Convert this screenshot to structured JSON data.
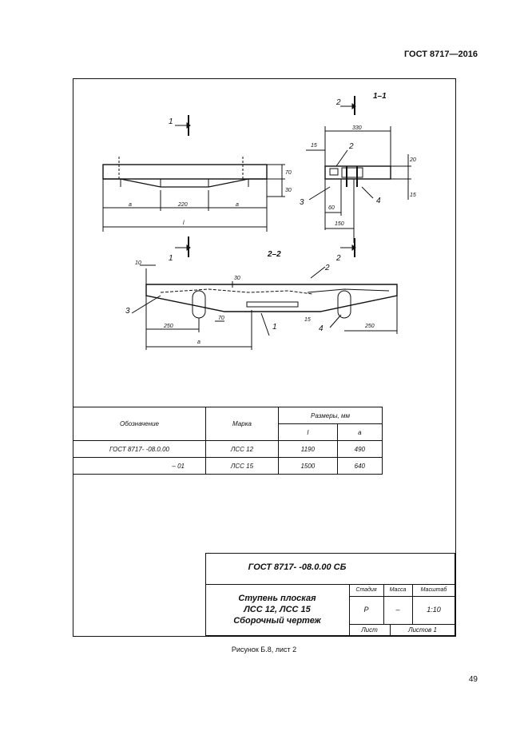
{
  "header": {
    "standard": "ГОСТ 8717—2016"
  },
  "drawing": {
    "labels": {
      "section_a": "1",
      "section_b": "2",
      "view_11": "1–1",
      "view_22": "2–2",
      "pos1": "1",
      "pos2": "2",
      "pos3": "3",
      "pos4": "4"
    },
    "dims": {
      "a": "a",
      "l": "l",
      "d220": "220",
      "d70": "70",
      "d30": "30",
      "d330": "330",
      "d15": "15",
      "d20": "20",
      "d60": "60",
      "d150": "150",
      "d10": "10",
      "d250": "250"
    }
  },
  "spec_table": {
    "headers": {
      "designation": "Обозначение",
      "mark": "Марка",
      "sizes": "Размеры, мм",
      "l": "l",
      "a": "а"
    },
    "rows": [
      {
        "designation": "ГОСТ 8717-  -08.0.00",
        "mark": "ЛСС 12",
        "l": "1190",
        "a": "490"
      },
      {
        "designation": "– 01",
        "mark": "ЛСС 15",
        "l": "1500",
        "a": "640"
      }
    ]
  },
  "title_block": {
    "code": "ГОСТ 8717-  -08.0.00 СБ",
    "name_line1": "Ступень плоская",
    "name_line2": "ЛСС 12, ЛСС 15",
    "name_line3": "Сборочный чертеж",
    "stage_label": "Стадия",
    "mass_label": "Масса",
    "scale_label": "Масштаб",
    "stage": "Р",
    "mass": "–",
    "scale": "1:10",
    "sheet_label": "Лист",
    "sheets_label": "Листов 1"
  },
  "caption": "Рисунок Б.8, лист 2",
  "page_number": "49"
}
